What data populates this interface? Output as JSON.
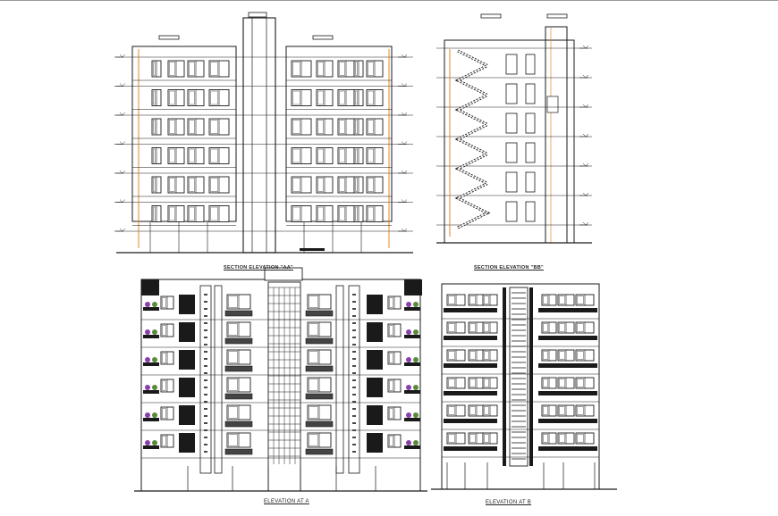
{
  "captions": {
    "section_aa": "SECTION ELEVATION \"AA\"",
    "section_bb": "SECTION ELEVATION \"BB\"",
    "elevation_a": "ELEVATION AT A",
    "elevation_b": "ELEVATION AT B"
  },
  "drawing": {
    "floors": 6,
    "line_color": "#1a1a1a",
    "accent_color": "#e07a10",
    "plant_color": "#8a3fb0"
  }
}
